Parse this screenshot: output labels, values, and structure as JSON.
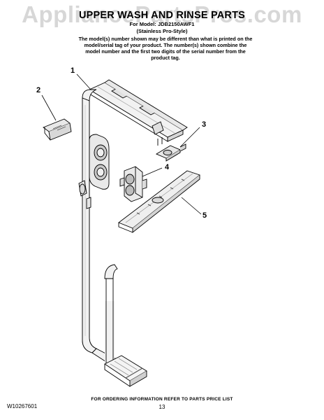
{
  "watermark": "AppliancePartsPros.com",
  "title": "UPPER WASH AND RINSE PARTS",
  "model_line": "For Model: JDB2150AWF1",
  "style_line": "(Stainless Pro-Style)",
  "note": "The model(s) number shown may be different than what is printed on the model/serial tag of your product. The number(s) shown combine the model number and the first two digits of the serial number from the product tag.",
  "callouts": [
    "1",
    "2",
    "3",
    "4",
    "5"
  ],
  "footer": {
    "doc_number": "W10267601",
    "ordering_info": "FOR ORDERING INFORMATION REFER TO PARTS PRICE LIST",
    "page_number": "13"
  },
  "colors": {
    "line": "#000000",
    "part_fill": "#f2f2f2",
    "shade": "#bdbdbd",
    "watermark": "#969696"
  }
}
